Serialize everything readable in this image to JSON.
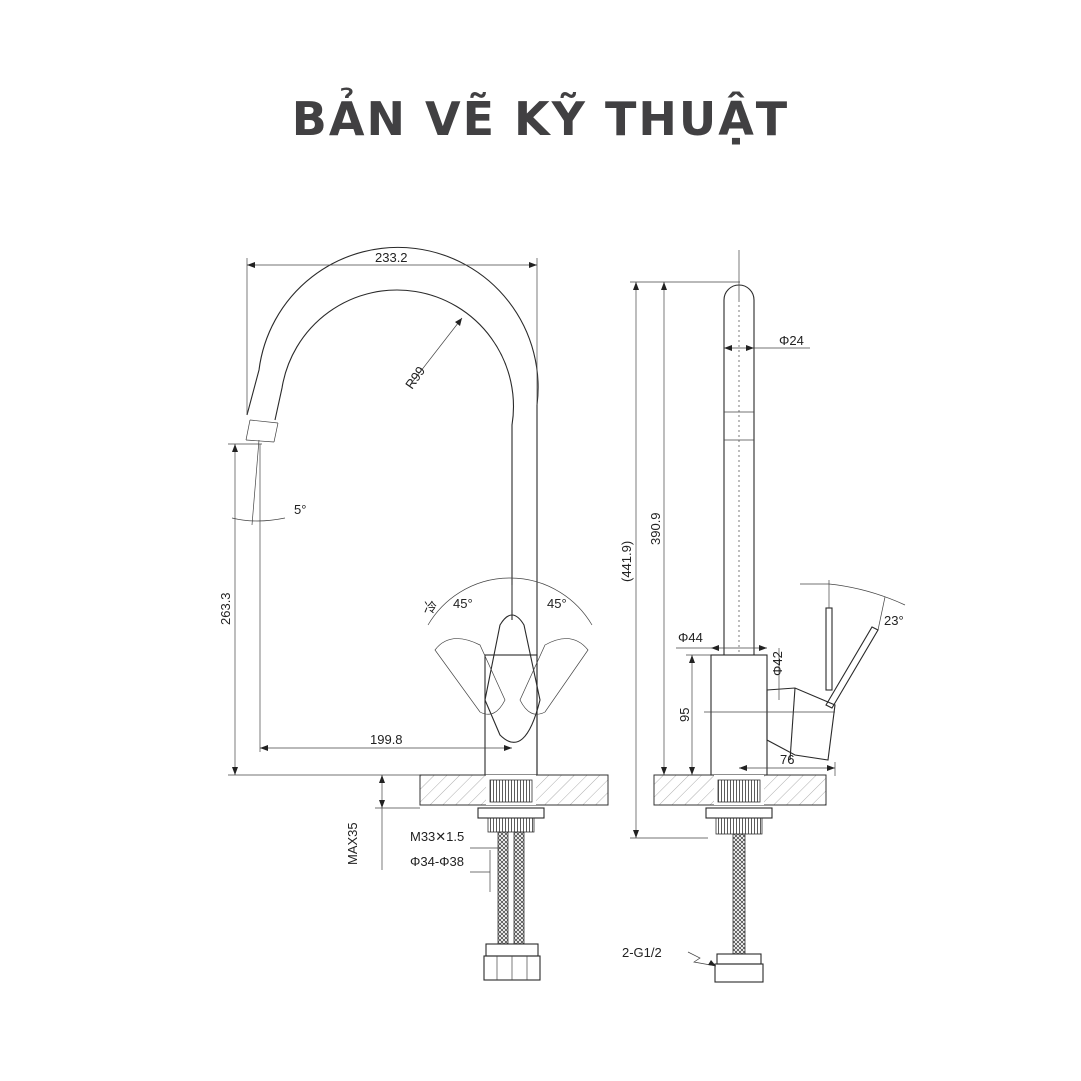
{
  "title": "BẢN VẼ KỸ THUẬT",
  "front_view": {
    "width_total": "233.2",
    "spout_radius": "R99",
    "spout_angle": "5°",
    "outlet_height": "263.3",
    "handle_left_angle": "45°",
    "handle_right_angle": "45°",
    "cold_symbol": "冷",
    "spout_reach": "199.8",
    "max_deck_thickness": "MAX35",
    "thread": "M33✕1.5",
    "hole_diameter": "Φ34-Φ38"
  },
  "side_view": {
    "top_diameter": "Φ24",
    "total_height": "(441.9)",
    "body_height": "390.9",
    "base_diameter": "Φ44",
    "handle_diameter": "Φ42",
    "handle_height": "95",
    "handle_depth": "76",
    "handle_angle": "23°",
    "hose_connection": "2-G1/2"
  }
}
